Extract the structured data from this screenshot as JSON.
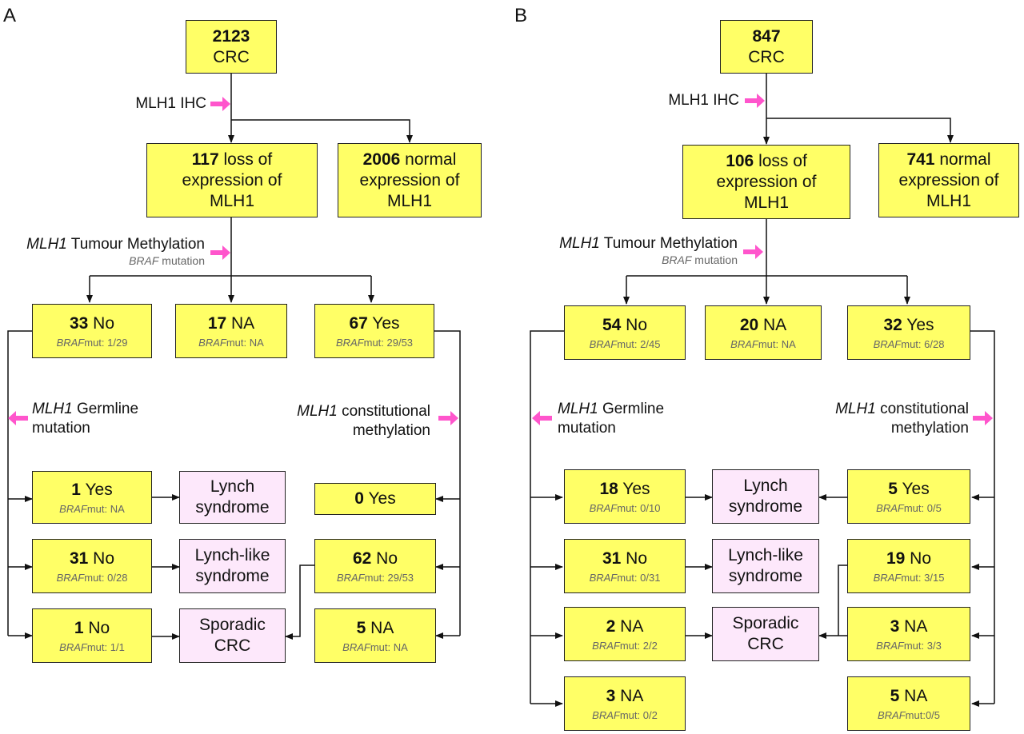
{
  "panel_a": {
    "letter": "A",
    "top": {
      "count": "2123",
      "text": "CRC"
    },
    "step1_label": "MLH1 IHC",
    "loss": {
      "count": "117",
      "text1": " loss of",
      "text2": "expression of",
      "text3": "MLH1"
    },
    "normal": {
      "count": "2006",
      "text1": " normal",
      "text2": "expression of",
      "text3": "MLH1"
    },
    "step2_label": {
      "gene": "MLH1",
      "text": " Tumour Methylation",
      "sub_gene": "BRAF",
      "sub_text": " mutation"
    },
    "meth_no": {
      "count": "33",
      "text": " No",
      "braf": "BRAF",
      "mut": "mut: 1/29"
    },
    "meth_na": {
      "count": "17",
      "text": " NA",
      "braf": "BRAF",
      "mut": "mut: NA"
    },
    "meth_yes": {
      "count": "67",
      "text": " Yes",
      "braf": "BRAF",
      "mut": "mut: 29/53"
    },
    "germline_label": {
      "gene": "MLH1",
      "text1": " Germline",
      "text2": "mutation"
    },
    "constitutional_label": {
      "gene": "MLH1",
      "text1": " constitutional",
      "text2": "methylation"
    },
    "germ_yes": {
      "count": "1",
      "text": " Yes",
      "braf": "BRAF",
      "mut": "mut: NA"
    },
    "germ_no1": {
      "count": "31",
      "text": " No",
      "braf": "BRAF",
      "mut": "mut: 0/28"
    },
    "germ_no2": {
      "count": "1",
      "text": " No",
      "braf": "BRAF",
      "mut": "mut: 1/1"
    },
    "const_yes": {
      "count": "0",
      "text": " Yes"
    },
    "const_no": {
      "count": "62",
      "text": " No",
      "braf": "BRAF",
      "mut": "mut: 29/53"
    },
    "const_na": {
      "count": "5",
      "text": " NA",
      "braf": "BRAF",
      "mut": "mut: NA"
    },
    "lynch": {
      "line1": "Lynch",
      "line2": "syndrome"
    },
    "lynch_like": {
      "line1": "Lynch-like",
      "line2": "syndrome"
    },
    "sporadic": {
      "line1": "Sporadic",
      "line2": "CRC"
    }
  },
  "panel_b": {
    "letter": "B",
    "top": {
      "count": "847",
      "text": "CRC"
    },
    "step1_label": "MLH1 IHC",
    "loss": {
      "count": "106",
      "text1": " loss of",
      "text2": "expression of",
      "text3": "MLH1"
    },
    "normal": {
      "count": "741",
      "text1": " normal",
      "text2": "expression of",
      "text3": "MLH1"
    },
    "step2_label": {
      "gene": "MLH1",
      "text": " Tumour Methylation",
      "sub_gene": "BRAF",
      "sub_text": " mutation"
    },
    "meth_no": {
      "count": "54",
      "text": " No",
      "braf": "BRAF",
      "mut": "mut: 2/45"
    },
    "meth_na": {
      "count": "20",
      "text": " NA",
      "braf": "BRAF",
      "mut": "mut: NA"
    },
    "meth_yes": {
      "count": "32",
      "text": " Yes",
      "braf": "BRAF",
      "mut": "mut: 6/28"
    },
    "germline_label": {
      "gene": "MLH1",
      "text1": " Germline",
      "text2": "mutation"
    },
    "constitutional_label": {
      "gene": "MLH1",
      "text1": " constitutional",
      "text2": "methylation"
    },
    "germ_yes": {
      "count": "18",
      "text": " Yes",
      "braf": "BRAF",
      "mut": "mut: 0/10"
    },
    "germ_no": {
      "count": "31",
      "text": " No",
      "braf": "BRAF",
      "mut": "mut: 0/31"
    },
    "germ_na1": {
      "count": "2",
      "text": " NA",
      "braf": "BRAF",
      "mut": "mut: 2/2"
    },
    "germ_na2": {
      "count": "3",
      "text": " NA",
      "braf": "BRAF",
      "mut": "mut: 0/2"
    },
    "const_yes": {
      "count": "5",
      "text": " Yes",
      "braf": "BRAF",
      "mut": "mut: 0/5"
    },
    "const_no": {
      "count": "19",
      "text": " No",
      "braf": "BRAF",
      "mut": "mut: 3/15"
    },
    "const_na1": {
      "count": "3",
      "text": " NA",
      "braf": "BRAF",
      "mut": "mut: 3/3"
    },
    "const_na2": {
      "count": "5",
      "text": " NA",
      "braf": "BRAF",
      "mut": "mut:0/5"
    },
    "lynch": {
      "line1": "Lynch",
      "line2": "syndrome"
    },
    "lynch_like": {
      "line1": "Lynch-like",
      "line2": "syndrome"
    },
    "sporadic": {
      "line1": "Sporadic",
      "line2": "CRC"
    }
  },
  "colors": {
    "process_box": "#ffff66",
    "outcome_box": "#fde8fb",
    "step_arrow": "#ff55cc",
    "line": "#111111"
  }
}
